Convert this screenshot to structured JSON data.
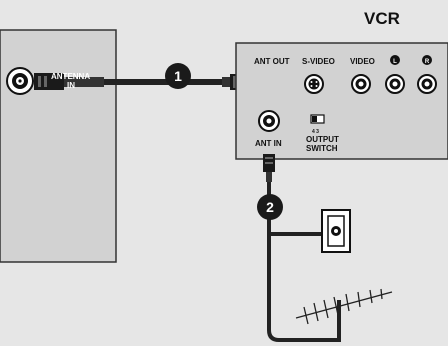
{
  "vcr": {
    "title": "VCR",
    "ports": {
      "ant_out": "ANT OUT",
      "s_video": "S-VIDEO",
      "video": "VIDEO",
      "audio_left": "L",
      "audio_right": "R",
      "ant_in": "ANT IN"
    },
    "output_switch": {
      "numbers": "4   3",
      "label_line1": "OUTPUT",
      "label_line2": "SWITCH"
    }
  },
  "tv": {
    "antenna_input": {
      "line1": "ANTENNA",
      "line2": "IN"
    }
  },
  "steps": [
    "1",
    "2"
  ],
  "icons": [
    "coax-jack-icon",
    "antenna-icon",
    "wall-jack-icon",
    "rca-jack-icon",
    "svideo-jack-icon"
  ]
}
